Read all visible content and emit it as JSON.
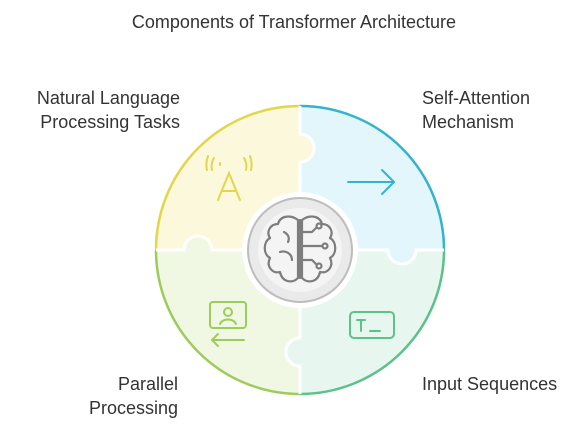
{
  "title": "Components of Transformer Architecture",
  "segments": {
    "top_left": {
      "line1": "Natural Language",
      "line2": "Processing Tasks",
      "color": "#e2d64a",
      "fill": "#fbf8dc",
      "icon": "language-icon"
    },
    "top_right": {
      "line1": "Self-Attention",
      "line2": "Mechanism",
      "color": "#35b3cc",
      "fill": "#e3f6fb",
      "icon": "arrow-right-icon"
    },
    "bottom_left": {
      "line1": "Parallel",
      "line2": "Processing",
      "color": "#9dcc5c",
      "fill": "#f0f8e4",
      "icon": "user-profile-icon"
    },
    "bottom_right": {
      "line1": "Input Sequences",
      "color": "#5cc28a",
      "fill": "#e7f6ee",
      "icon": "terminal-icon"
    }
  },
  "center": {
    "icon": "brain-icon",
    "color": "#7d7d7d"
  }
}
